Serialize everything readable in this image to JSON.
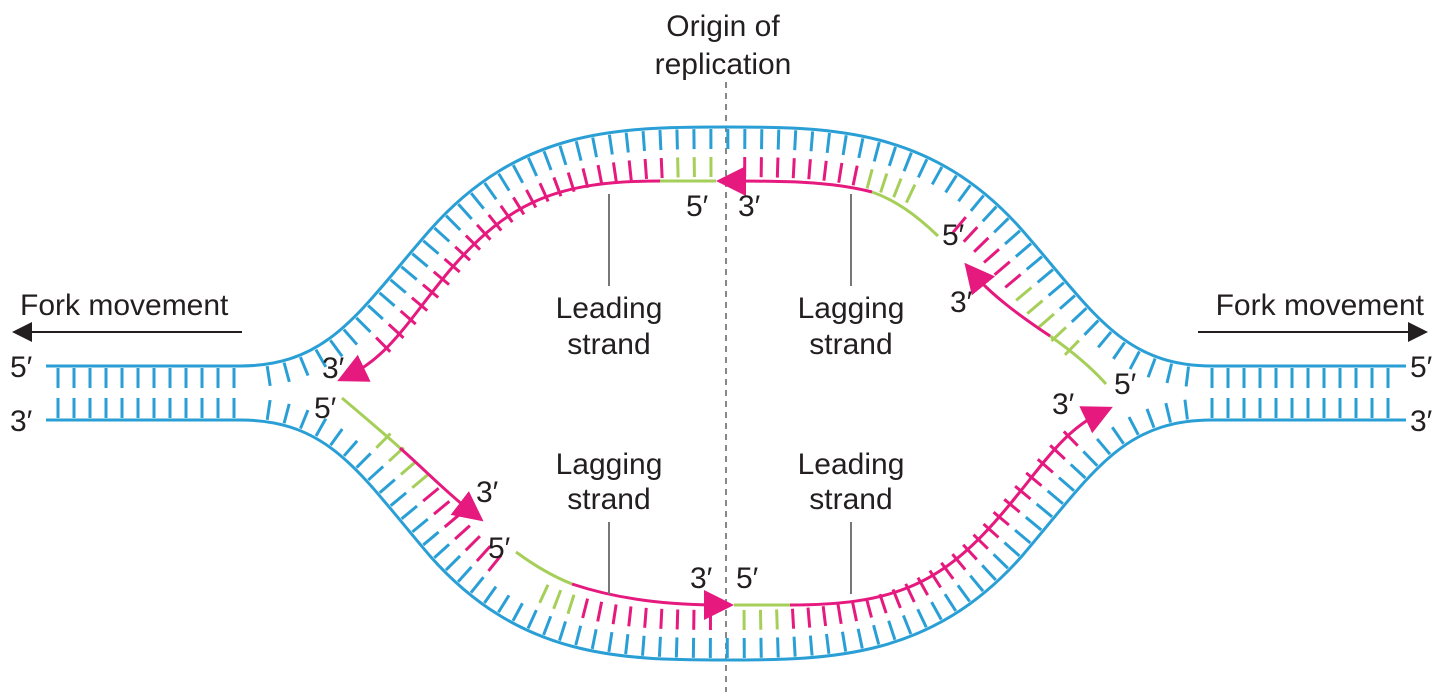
{
  "title": {
    "line1": "Origin of",
    "line2": "replication"
  },
  "fork_left": {
    "label": "Fork movement"
  },
  "fork_right": {
    "label": "Fork movement"
  },
  "ends": {
    "left_top": "5′",
    "left_bottom": "3′",
    "right_top": "5′",
    "right_bottom": "3′"
  },
  "strand_labels": {
    "top_left": {
      "line1": "Leading",
      "line2": "strand"
    },
    "top_right": {
      "line1": "Lagging",
      "line2": "strand"
    },
    "bottom_left": {
      "line1": "Lagging",
      "line2": "strand"
    },
    "bottom_right": {
      "line1": "Leading",
      "line2": "strand"
    }
  },
  "prime_labels": {
    "tl_leading_5": "5′",
    "tl_leading_3": "3′",
    "tr_lagging_3": "3′",
    "tr_lagging_5": "5′",
    "tr_frag2_3": "3′",
    "tr_frag2_5": "5′",
    "bl_frag1_5": "5′",
    "bl_frag1_3": "3′",
    "bl_frag2_5": "5′",
    "bl_frag2_3": "3′",
    "br_leading_5": "5′",
    "br_leading_3": "3′"
  },
  "colors": {
    "parental": "#2a9fd6",
    "new_dna": "#e5197e",
    "primer": "#a6cf5a",
    "text": "#231f20",
    "origin_line": "#888888"
  }
}
